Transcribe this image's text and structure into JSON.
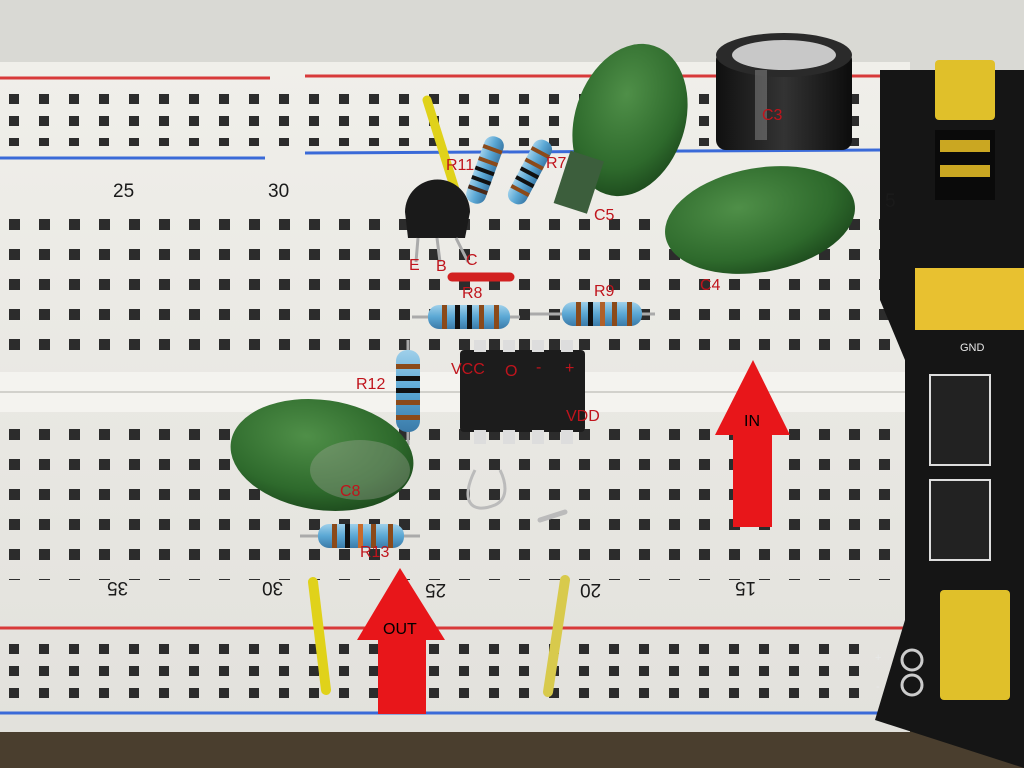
{
  "labels": {
    "r11": "R11",
    "r7": "R7",
    "c3": "C3",
    "c5": "C5",
    "c4": "C4",
    "e": "E",
    "b": "B",
    "c": "C",
    "r8": "R8",
    "r9": "R9",
    "vcc": "VCC",
    "o": "O",
    "minus": "-",
    "plus": "+",
    "vdd": "VDD",
    "r12": "R12",
    "c8": "C8",
    "r13": "R13",
    "in": "IN",
    "out": "OUT"
  },
  "column_numbers": {
    "top_25": "25",
    "top_30": "30",
    "top_5": "5",
    "bottom_35": "35",
    "bottom_30": "30",
    "bottom_25": "25",
    "bottom_20": "20",
    "bottom_15": "15"
  },
  "power_module": {
    "gnd": "GND",
    "plus": "+",
    "minus": "-"
  },
  "colors": {
    "annotation_red": "#c0141c",
    "arrow_red": "#e8161a",
    "breadboard": "#ecebe6",
    "rail_red": "#d83a3a",
    "rail_blue": "#3a6ad8",
    "capacitor_green": "#2f6e2e",
    "pcb_black": "#151515",
    "jumper_yellow": "#e0d21a"
  }
}
